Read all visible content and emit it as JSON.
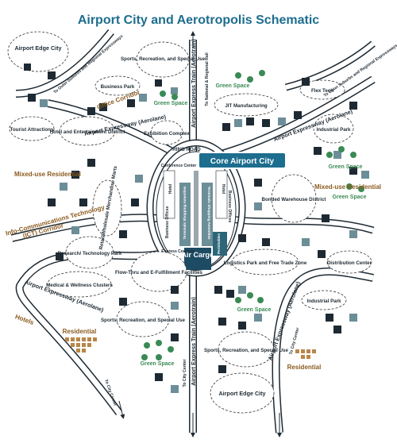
{
  "title": "Airport City and Aerotropolis Schematic",
  "core": {
    "label": "Core Airport City",
    "ring_road": "RING ROAD",
    "conference": "Conference Center",
    "hotel_left": "Hotel",
    "hotel_right": "Hotel",
    "business_offices_left": "Business Offices",
    "business_offices_right": "Business Offices",
    "terminals_left": "Terminals Shopping Amenities",
    "terminals_right": "Terminals Shopping Amenities",
    "express_couriers": "Express Couriers",
    "perishables": "Perishables",
    "air_cargo": "Air Cargo"
  },
  "clusters": {
    "airport_edge_city_top": "Airport Edge City",
    "sports_top": "Sports, Recreation, and Special Use",
    "business_park": "Business Park",
    "jit_manufacturing": "JIT Manufacturing",
    "flex_tech": "Flex Tech",
    "tourist_attractions": "Tourist Attractions",
    "hotel_entertainment": "Hotel and Entertainment District",
    "exhibition_complex": "Exhibition Complex",
    "industrial_park_right": "Industrial Park",
    "retail": "Retail/Wholesale Merchandise Marts",
    "bonded_warehouse": "Bonded Warehouse District",
    "research_park": "Research/ Technology Park",
    "flow_thru": "Flow-Thru and E-Fulfillment Facilities",
    "logistics_park": "Logistics Park and Free Trade Zone",
    "distribution_center": "Distribution Center",
    "medical": "Medical & Wellness Clusters",
    "industrial_park_bottom": "Industrial Park",
    "sports_bottom_left": "Sports, Recreation, and Special Use",
    "sports_bottom_right": "Sports, Recreation, and Special Use",
    "airport_edge_city_bottom": "Airport Edge City"
  },
  "zones": {
    "office_corridor": "Office Corridor",
    "mixed_use_left": "Mixed-use Residential",
    "mixed_use_right": "Mixed-use Residential",
    "ict_corridor_line1": "Info-Communications Technology",
    "ict_corridor_line2": "(ICT) Corridor",
    "hotels": "Hotels",
    "residential_left": "Residential",
    "residential_right": "Residential"
  },
  "green_spaces": [
    "Green Space",
    "Green Space",
    "Green Space",
    "Green Space",
    "Green Space",
    "Green Space"
  ],
  "roads": {
    "expressway_top_left": "Airport Expressway (Aerolane)",
    "expressway_top_right": "Airport Expressway (Aerolane)",
    "expressway_bottom_left": "Airport Expressway (Aerolane)",
    "expressway_bottom_right": "Airport Expressway (Aerolane)",
    "train_top": "Airport Express Train (Aerotrain)",
    "train_bottom": "Airport Express Train (Aerotrain)",
    "to_outer_left": "To Outer Suburbs and Regional Expressways",
    "to_outer_right": "To Outer Suburbs and Regional Expressways",
    "to_national_rail": "To National & Regional Rail",
    "to_city_left": "To City Center",
    "to_city_mid": "To City Center",
    "to_city_right": "To City Center"
  },
  "colors": {
    "title": "#1d6d8e",
    "road": "#1e2a33",
    "core": "#1d6d8e",
    "building_dark": "#1e2a33",
    "building_teal": "#6c8e98",
    "tree": "#3a8a55",
    "residential": "#b8864a",
    "label_brown": "#8a5a1e"
  }
}
